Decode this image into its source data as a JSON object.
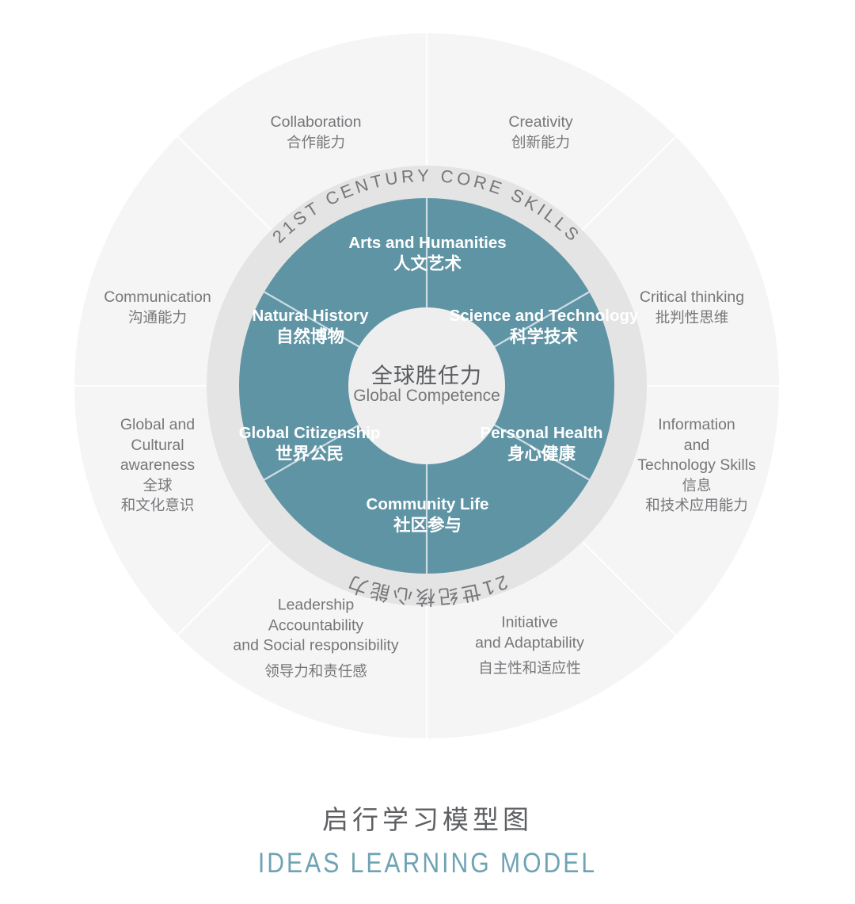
{
  "diagram": {
    "colors": {
      "teal": "#5f94a5",
      "outer_ring": "#f5f5f5",
      "mid_ring": "#e4e4e4",
      "center": "#eeeeee",
      "text_gray": "#76777a",
      "title_teal": "#6ea3b4"
    },
    "center": {
      "cn": "全球胜任力",
      "en": "Global Competence"
    },
    "ring_arc": {
      "top": "21ST CENTURY CORE SKILLS",
      "bottom": "21世纪核心能力"
    },
    "inner_segments": [
      {
        "en": "Arts and Humanities",
        "en_line1": "Arts and",
        "en_line2": "Humanities",
        "cn": "人文艺术"
      },
      {
        "en": "Science and Technology",
        "en_line1": "Science and",
        "en_line2": "Technology",
        "cn": "科学技术"
      },
      {
        "en": "Personal Health",
        "en_line1": "Personal",
        "en_line2": "Health",
        "cn": "身心健康"
      },
      {
        "en": "Community Life",
        "en_line1": "Community Life",
        "en_line2": "",
        "cn": "社区参与"
      },
      {
        "en": "Global Citizenship",
        "en_line1": "Global",
        "en_line2": "Citizenship",
        "cn": "世界公民"
      },
      {
        "en": "Natural History",
        "en_line1": "Natural",
        "en_line2": "History",
        "cn": "自然博物"
      }
    ],
    "outer_segments": [
      {
        "en_line1": "Collaboration",
        "en_line2": "",
        "en_line3": "",
        "cn_line1": "合作能力",
        "cn_line2": ""
      },
      {
        "en_line1": "Creativity",
        "en_line2": "",
        "en_line3": "",
        "cn_line1": "创新能力",
        "cn_line2": ""
      },
      {
        "en_line1": "Critical thinking",
        "en_line2": "",
        "en_line3": "",
        "cn_line1": "批判性思维",
        "cn_line2": ""
      },
      {
        "en_line1": "Information",
        "en_line2": "and",
        "en_line3": "Technology Skills",
        "cn_line1": "信息",
        "cn_line2": "和技术应用能力"
      },
      {
        "en_line1": "Initiative",
        "en_line2": "and Adaptability",
        "en_line3": "",
        "cn_line1": "自主性和适应性",
        "cn_line2": ""
      },
      {
        "en_line1": "Leadership",
        "en_line2": "Accountability",
        "en_line3": "and Social responsibility",
        "cn_line1": "领导力和责任感",
        "cn_line2": ""
      },
      {
        "en_line1": "Global and",
        "en_line2": "Cultural",
        "en_line3": "awareness",
        "cn_line1": "全球",
        "cn_line2": "和文化意识"
      },
      {
        "en_line1": "Communication",
        "en_line2": "",
        "en_line3": "",
        "cn_line1": "沟通能力",
        "cn_line2": ""
      }
    ]
  },
  "title": {
    "cn": "启行学习模型图",
    "en": "IDEAS LEARNING MODEL"
  }
}
